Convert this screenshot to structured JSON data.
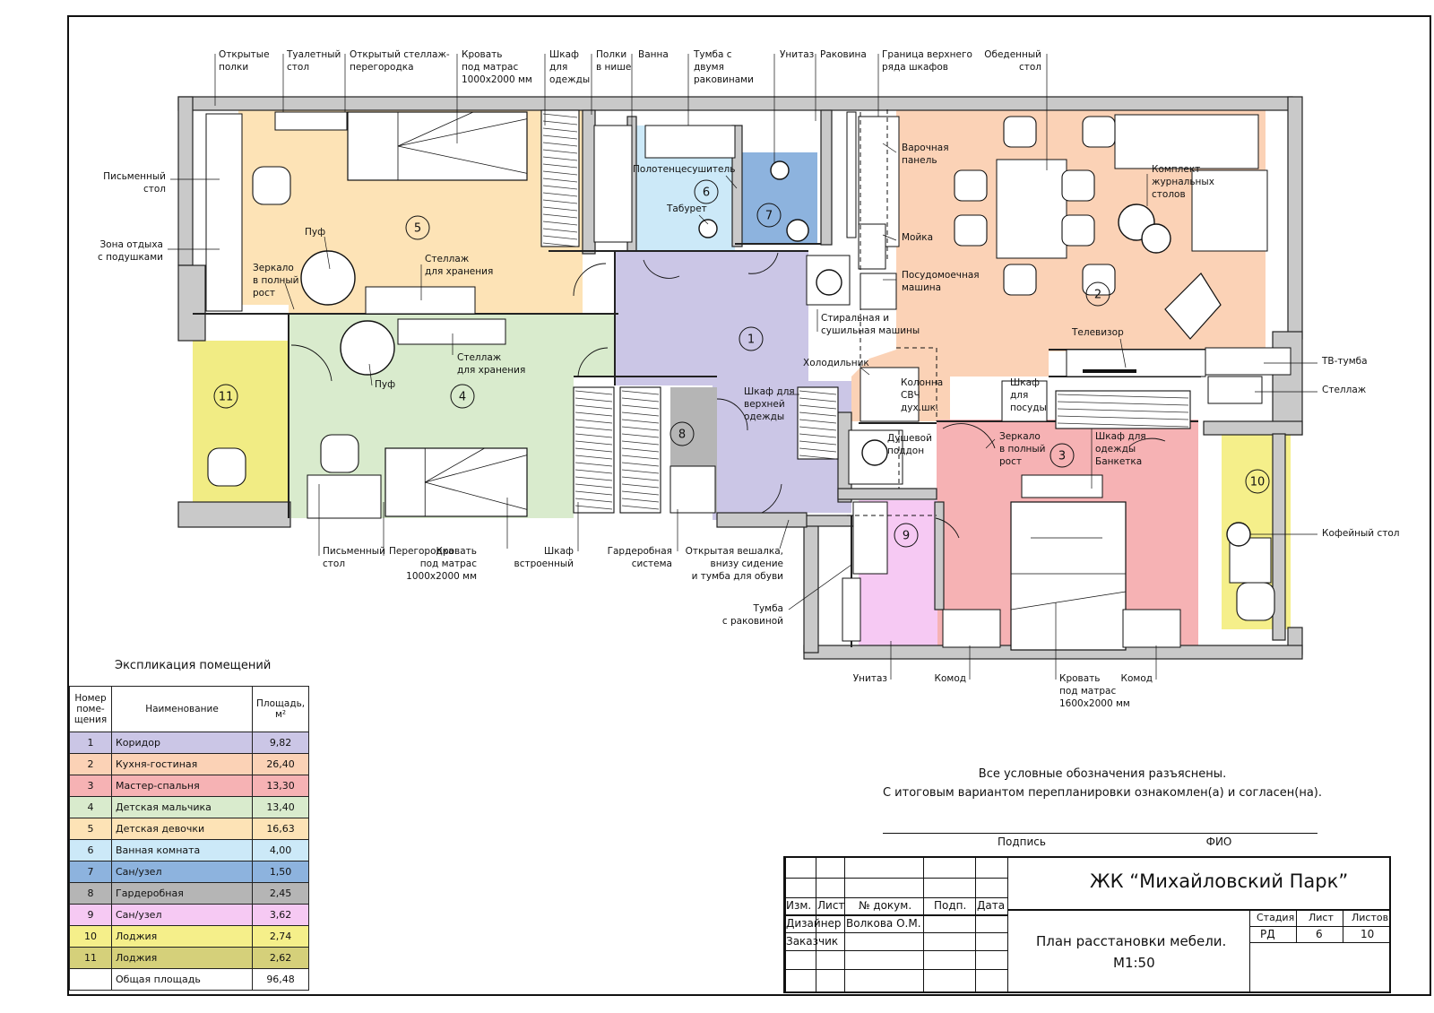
{
  "rooms": [
    {
      "num": "1",
      "color": "#cbc6e6"
    },
    {
      "num": "2",
      "color": "#fbd2b6"
    },
    {
      "num": "3",
      "color": "#f6b2b4"
    },
    {
      "num": "4",
      "color": "#d9ebcd"
    },
    {
      "num": "5",
      "color": "#fde3b6"
    },
    {
      "num": "6",
      "color": "#cce9f8"
    },
    {
      "num": "7",
      "color": "#8db3de"
    },
    {
      "num": "8",
      "color": "#b5b5b5"
    },
    {
      "num": "9",
      "color": "#f6c9f3"
    },
    {
      "num": "10",
      "color": "#f5ef8a"
    },
    {
      "num": "11",
      "color": "#f1ec84"
    }
  ],
  "labels": {
    "open_shelves": [
      "Открытые",
      "полки"
    ],
    "dressing_table": [
      "Туалетный",
      "стол"
    ],
    "open_rack": [
      "Открытый стеллаж-",
      "перегородка"
    ],
    "bed_1000": [
      "Кровать",
      "под матрас",
      "1000х2000 мм"
    ],
    "wardrobe_clothes": [
      "Шкаф",
      "для",
      "одежды"
    ],
    "niche_shelves": [
      "Полки",
      "в нише"
    ],
    "bath": [
      "Ванна"
    ],
    "double_sink": [
      "Тумба с",
      "двумя",
      "раковинами"
    ],
    "toilet_top": [
      "Унитаз"
    ],
    "sink": [
      "Раковина"
    ],
    "upper_cabinets": [
      "Граница верхнего",
      "ряда шкафов"
    ],
    "dining_table": [
      "Обеденный",
      "стол"
    ],
    "desk_left": [
      "Письменный",
      "стол"
    ],
    "rest_zone": [
      "Зона отдыха",
      "с подушками"
    ],
    "pouf_top": [
      "Пуф"
    ],
    "mirror_left": [
      "Зеркало",
      "в полный",
      "рост"
    ],
    "storage_rack_5": [
      "Стеллаж",
      "для хранения"
    ],
    "towel_dryer": [
      "Полотенцесушитель"
    ],
    "stool": [
      "Табурет"
    ],
    "hob": [
      "Варочная",
      "панель"
    ],
    "wash_sink": [
      "Мойка"
    ],
    "dishwasher": [
      "Посудомоечная",
      "машина"
    ],
    "coffee_tables_set": [
      "Комплект",
      "журнальных",
      "столов"
    ],
    "washer": [
      "Стиральная и",
      "сушильная машины"
    ],
    "tv": [
      "Телевизор"
    ],
    "tv_stand": [
      "ТВ-тумба"
    ],
    "rack_right": [
      "Стеллаж"
    ],
    "fridge": [
      "Холодильник"
    ],
    "column": [
      "Колонна",
      "СВЧ",
      "дух.шк."
    ],
    "dish_cabinet": [
      "Шкаф",
      "для",
      "посуды"
    ],
    "outer_wardrobe": [
      "Шкаф для",
      "верхней",
      "одежды"
    ],
    "storage_rack_4": [
      "Стеллаж",
      "для хранения"
    ],
    "pouf_mid": [
      "Пуф"
    ],
    "shower_tray": [
      "Душевой",
      "поддон"
    ],
    "mirror_right": [
      "Зеркало",
      "в полный",
      "рост"
    ],
    "wardrobe_bench": [
      "Шкаф для",
      "одежды",
      "Банкетка"
    ],
    "coffee_table": [
      "Кофейный стол"
    ],
    "desk_bottom": [
      "Письменный",
      "стол"
    ],
    "partition": [
      "Перегородка"
    ],
    "bed_1000_b": [
      "Кровать",
      "под матрас",
      "1000х2000 мм"
    ],
    "builtin_wardrobe": [
      "Шкаф",
      "встроенный"
    ],
    "wardrobe_system": [
      "Гардеробная",
      "система"
    ],
    "open_hanger": [
      "Открытая вешалка,",
      "внизу сидение",
      "и тумба для обуви"
    ],
    "vanity_sink": [
      "Тумба",
      "с раковиной"
    ],
    "toilet_bottom": [
      "Унитаз"
    ],
    "dresser_left": [
      "Комод"
    ],
    "bed_1600": [
      "Кровать",
      "под матрас",
      "1600х2000 мм"
    ],
    "dresser_right": [
      "Комод"
    ]
  },
  "explication": {
    "title": "Экспликация помещений",
    "headers": {
      "num": "Номер поме-щения",
      "name": "Наименование",
      "area": "Площадь, м²"
    },
    "rows": [
      {
        "n": "1",
        "name": "Коридор",
        "area": "9,82",
        "color": "#cbc6e6"
      },
      {
        "n": "2",
        "name": "Кухня-гостиная",
        "area": "26,40",
        "color": "#fbd2b6"
      },
      {
        "n": "3",
        "name": "Мастер-спальня",
        "area": "13,30",
        "color": "#f6b2b4"
      },
      {
        "n": "4",
        "name": "Детская мальчика",
        "area": "13,40",
        "color": "#d9ebcd"
      },
      {
        "n": "5",
        "name": "Детская девочки",
        "area": "16,63",
        "color": "#fde3b6"
      },
      {
        "n": "6",
        "name": "Ванная комната",
        "area": "4,00",
        "color": "#cce9f8"
      },
      {
        "n": "7",
        "name": "Сан/узел",
        "area": "1,50",
        "color": "#8db3de"
      },
      {
        "n": "8",
        "name": "Гардеробная",
        "area": "2,45",
        "color": "#b5b5b5"
      },
      {
        "n": "9",
        "name": "Сан/узел",
        "area": "3,62",
        "color": "#f6c9f3"
      },
      {
        "n": "10",
        "name": "Лоджия",
        "area": "2,74",
        "color": "#f5ef8a"
      },
      {
        "n": "11",
        "name": "Лоджия",
        "area": "2,62",
        "color": "#d5d07a"
      }
    ],
    "total_label": "Общая площадь",
    "total_area": "96,48"
  },
  "notes": {
    "line1": "Все условные обозначения разъяснены.",
    "line2": "С итоговым вариантом перепланировки ознакомлен(а) и согласен(на).",
    "sign": "Подпись",
    "fio": "ФИО"
  },
  "title_block": {
    "project": "ЖК “Михайловский Парк”",
    "sheet_title": "План расстановки мебели.",
    "scale": "М1:50",
    "cols": {
      "izm": "Изм.",
      "list": "Лист",
      "doc": "№ докум.",
      "podp": "Подп.",
      "date": "Дата"
    },
    "designer_role": "Дизайнер",
    "designer_name": "Волкова О.М.",
    "customer_role": "Заказчик",
    "stage_h": "Стадия",
    "sheet_h": "Лист",
    "sheets_h": "Листов",
    "stage": "РД",
    "sheet": "6",
    "sheets": "10"
  }
}
